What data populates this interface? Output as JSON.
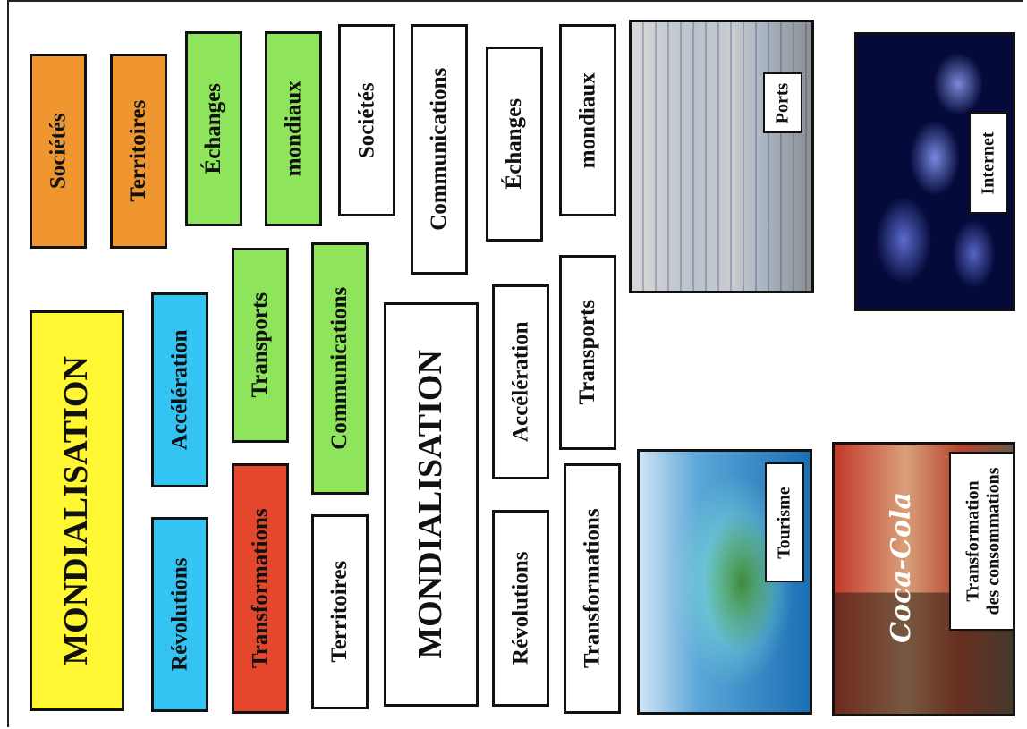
{
  "cards": {
    "c1": "Sociétés",
    "c2": "Territoires",
    "c3": "Échanges",
    "c4": "mondiaux",
    "c5": "Sociétés",
    "c6": "Communications",
    "c7": "Échanges",
    "c8": "mondiaux",
    "c9": "MONDIALISATION",
    "c10": "Accélération",
    "c11": "Transports",
    "c12": "Communications",
    "c13": "MONDIALISATION",
    "c14": "Accélération",
    "c15": "Transports",
    "c16": "Révolutions",
    "c17": "Transformations",
    "c18": "Territoires",
    "c19": "Révolutions",
    "c20": "Transformations"
  },
  "photos": {
    "ports": "Ports",
    "internet": "Internet",
    "tourisme": "Tourisme",
    "conso_line1": "Transformation",
    "conso_line2": "des consommations"
  },
  "colors": {
    "orange": "#f0962f",
    "green": "#8ee55b",
    "yellow": "#fff733",
    "blue": "#33c4f3",
    "red": "#e4472b",
    "white": "#ffffff"
  }
}
